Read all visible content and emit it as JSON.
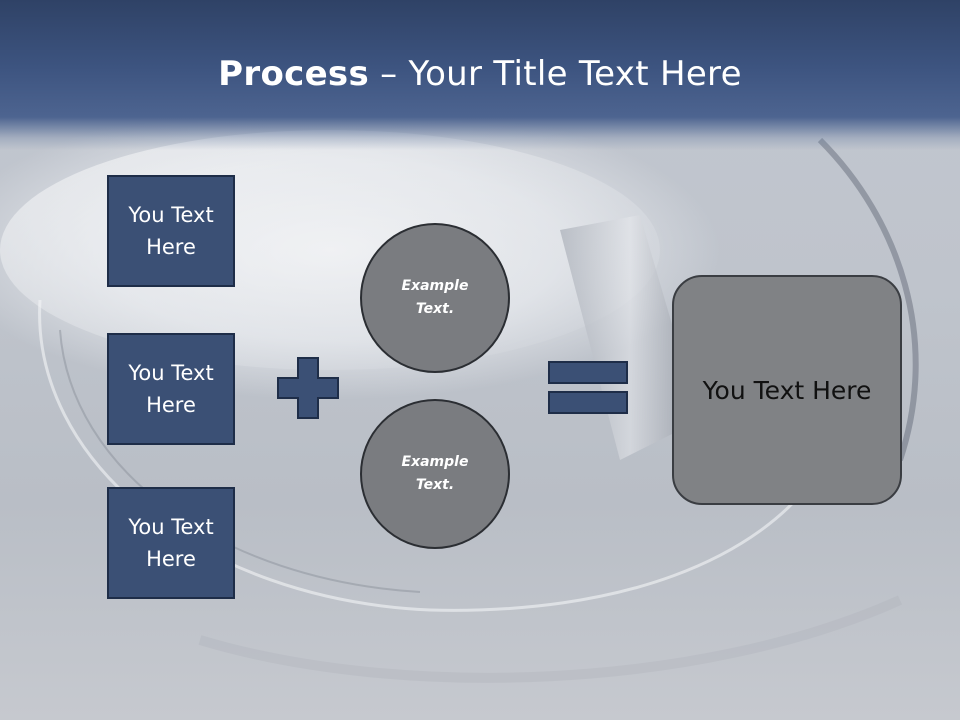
{
  "slide": {
    "title_bold": "Process",
    "title_rest": " – Your Title Text Here"
  },
  "input_boxes": [
    {
      "text": "You Text Here"
    },
    {
      "text": "You Text Here"
    },
    {
      "text": "You Text Here"
    }
  ],
  "circles": [
    {
      "text": "Example Text."
    },
    {
      "text": "Example Text."
    }
  ],
  "operators": {
    "plus": "plus-icon",
    "equals": "equals-icon"
  },
  "result_box": {
    "text": "You Text Here"
  },
  "colors": {
    "header": "#3d5480",
    "box_fill": "#3b5075",
    "circle_fill": "#7a7c80",
    "result_fill": "#808285"
  }
}
